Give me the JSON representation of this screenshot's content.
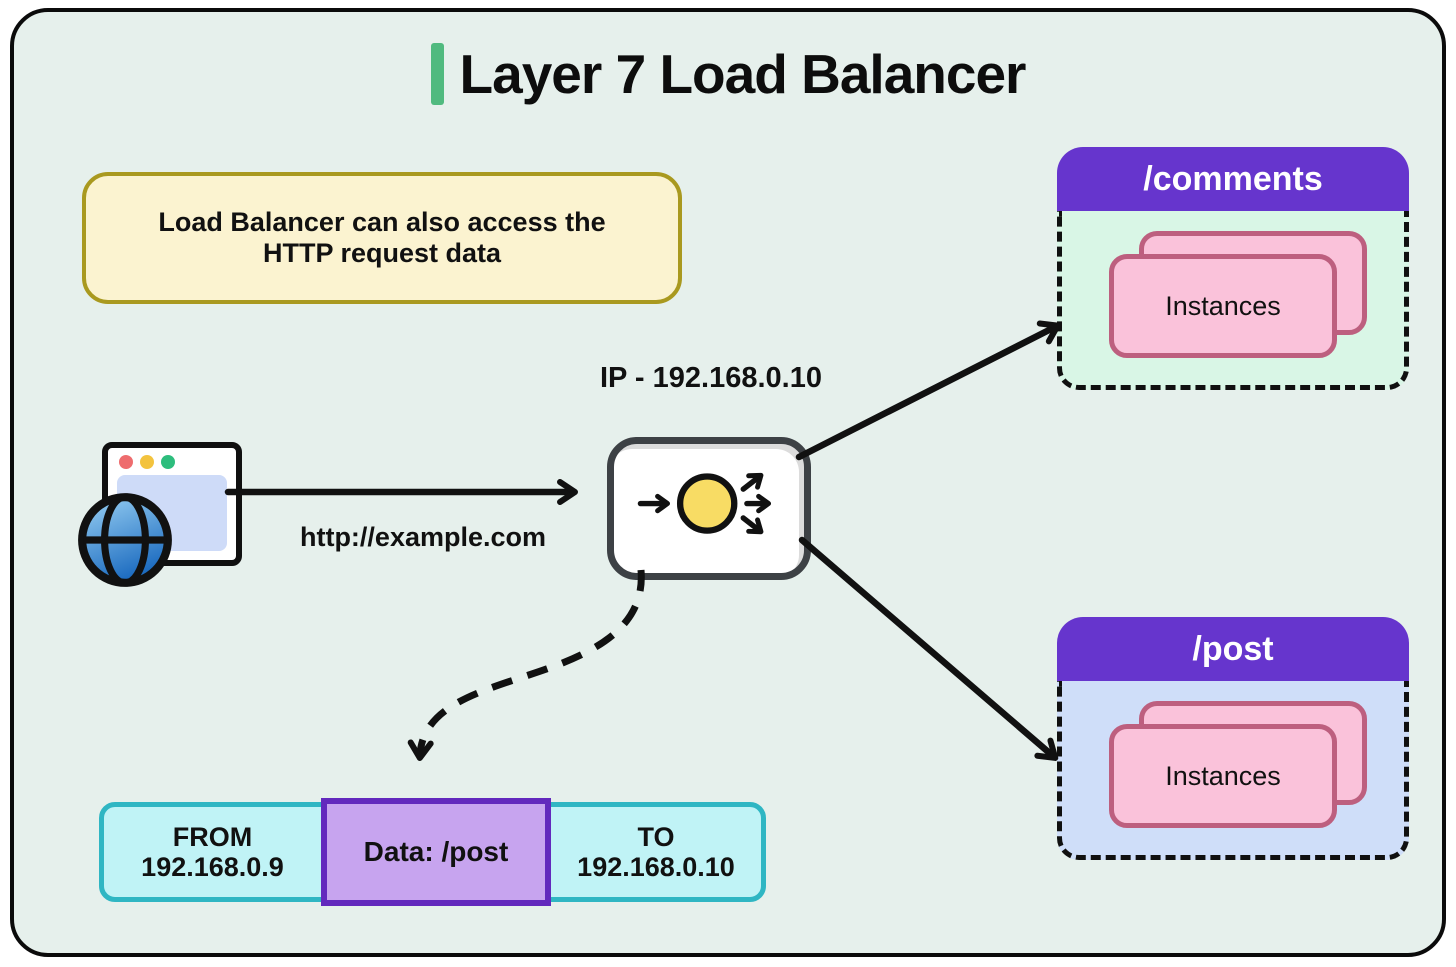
{
  "title": {
    "text": "Layer 7 Load Balancer"
  },
  "note": {
    "line1": "Load Balancer can also access the",
    "line2": "HTTP request data"
  },
  "client": {
    "url_label": "http://example.com"
  },
  "load_balancer": {
    "ip_label": "IP - 192.168.0.10"
  },
  "routes": [
    {
      "path": "/comments",
      "instances_label": "Instances"
    },
    {
      "path": "/post",
      "instances_label": "Instances"
    }
  ],
  "packet": {
    "from_label": "FROM",
    "from_value": "192.168.0.9",
    "data_label": "Data: /post",
    "to_label": "TO",
    "to_value": "192.168.0.10"
  },
  "icons": {
    "client": "globe-browser-icon",
    "load_balancer": "traffic-distribution-icon"
  },
  "colors": {
    "canvas_bg": "#e6f0ec",
    "title_accent": "#50ba7f",
    "note_bg": "#fbf3d0",
    "note_border": "#a9991f",
    "route_header_bg": "#6635cd",
    "comments_body_bg": "#d9f6e6",
    "post_body_bg": "#cfdef9",
    "instance_card_bg": "#fac2da",
    "instance_card_border": "#bd5f7f",
    "packet_bg": "#c0f3f6",
    "packet_border": "#2fb6c3",
    "packet_data_bg": "#c7a4ef",
    "packet_data_border": "#6229bd",
    "lb_circle": "#f8dc64",
    "arrow": "#111111"
  }
}
